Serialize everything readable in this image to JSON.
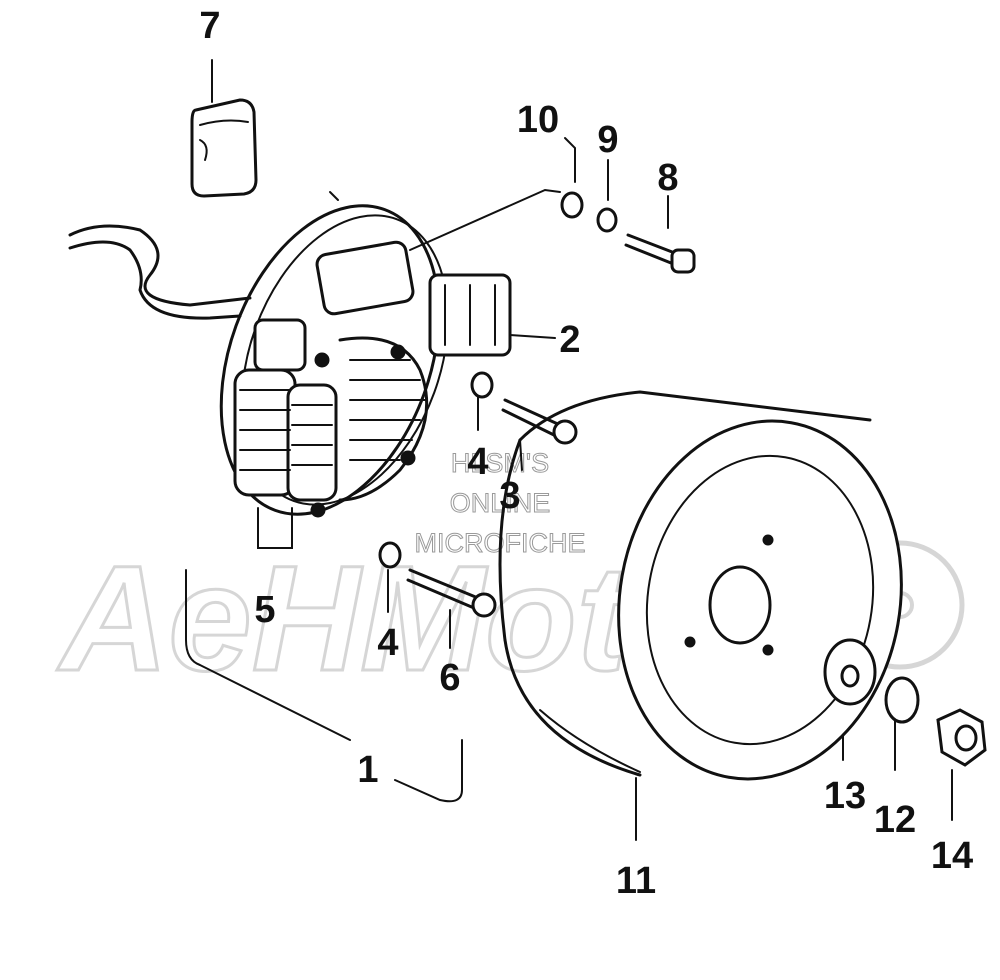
{
  "watermark": {
    "brand": "AeHMoto",
    "line1": "HLSM'S",
    "line2": "ONLINE",
    "line3": "MICROFICHE"
  },
  "callouts": {
    "p1": "1",
    "p2": "2",
    "p3": "3",
    "p4a": "4",
    "p4b": "4",
    "p5": "5",
    "p6": "6",
    "p7": "7",
    "p8": "8",
    "p9": "9",
    "p10": "10",
    "p11": "11",
    "p12": "12",
    "p13": "13",
    "p14": "14"
  },
  "colors": {
    "ink": "#111111",
    "watermark": "#d6d6d6",
    "background": "#ffffff"
  }
}
